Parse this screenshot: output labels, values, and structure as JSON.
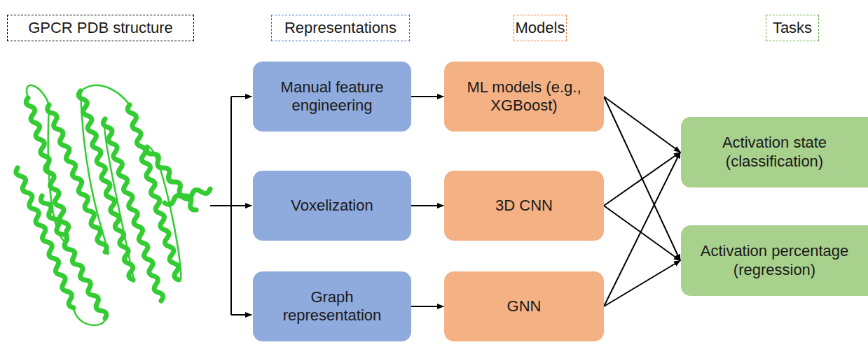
{
  "diagram": {
    "nodes": [
      {
        "text": [
          "GPCR PDB structure"
        ]
      },
      {
        "text": [
          "Representations"
        ]
      },
      {
        "text": [
          "Models"
        ]
      },
      {
        "text": [
          "Tasks"
        ]
      },
      {
        "text": [
          "Manual feature engineering"
        ]
      },
      {
        "text": [
          "ML models (e.g., XGBoost)"
        ]
      },
      {
        "text": [
          "Voxelization"
        ]
      },
      {
        "text": [
          "3D CNN"
        ]
      },
      {
        "text": [
          "Graph representation"
        ]
      },
      {
        "text": [
          "GNN"
        ]
      },
      {
        "text": [
          "Activation state (classification)"
        ]
      },
      {
        "text": [
          "Activation percentage (regression)"
        ]
      }
    ],
    "edges": [
      {
        "from": 4,
        "to": 5,
        "arrow": "to"
      },
      {
        "from": 6,
        "to": 7,
        "arrow": "to"
      },
      {
        "from": 8,
        "to": 9,
        "arrow": "to"
      },
      {
        "from": 5,
        "to": 10,
        "arrow": "to"
      },
      {
        "from": 5,
        "to": 11,
        "arrow": "to"
      },
      {
        "from": 7,
        "to": 10,
        "arrow": "to"
      },
      {
        "from": 7,
        "to": 11,
        "arrow": "to"
      },
      {
        "from": 9,
        "to": 10,
        "arrow": "to"
      },
      {
        "from": 9,
        "to": 11,
        "arrow": "to"
      }
    ]
  }
}
